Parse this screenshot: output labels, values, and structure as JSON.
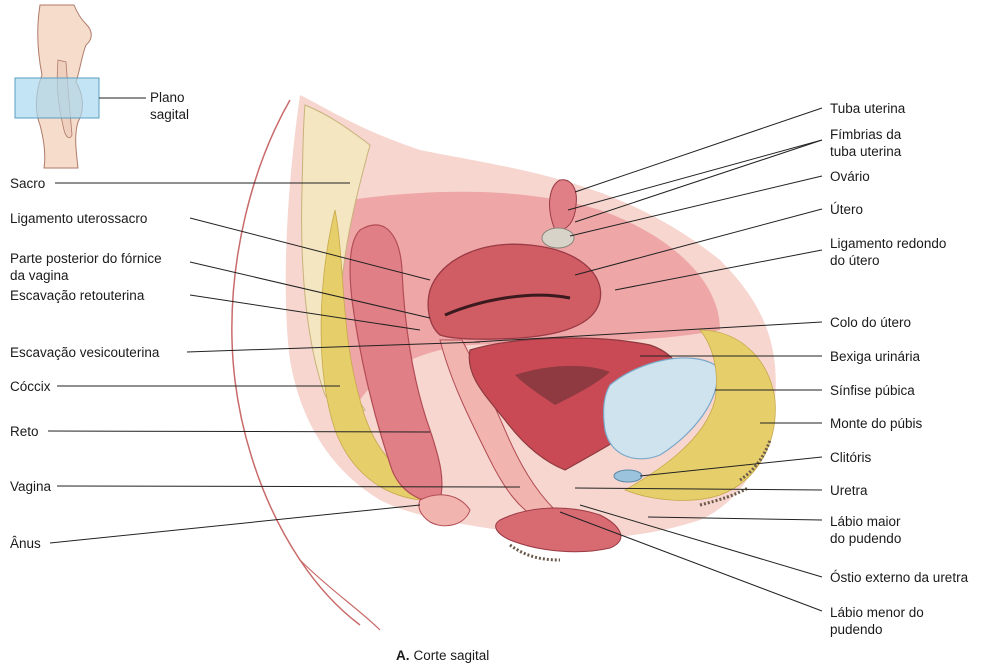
{
  "colors": {
    "tissue": "#e8828a",
    "tissue_light": "#f2b4ae",
    "tissue_pale": "#f7d8d0",
    "muscle": "#d05c64",
    "fat": "#e6cf6a",
    "bone": "#f3e6c0",
    "bladder_wall": "#c94a55",
    "bladder_lumen": "#8e3a40",
    "blue": "#9cc3dd",
    "hair": "#6b5a4a",
    "line": "#222222",
    "body_outline": "#c96a6a",
    "inset_plane": "#a9d8ef"
  },
  "inset": {
    "plane_label_line1": "Plano",
    "plane_label_line2": "sagital"
  },
  "labels_left": [
    {
      "id": "sacro",
      "lines": [
        "Sacro"
      ]
    },
    {
      "id": "ligamento-uterossacro",
      "lines": [
        "Ligamento uterossacro"
      ]
    },
    {
      "id": "forn-posterior",
      "lines": [
        "Parte posterior do fórnice",
        "da vagina"
      ]
    },
    {
      "id": "escavacao-retouterina",
      "lines": [
        "Escavação retouterina"
      ]
    },
    {
      "id": "escavacao-vesicouterina",
      "lines": [
        "Escavação vesicouterina"
      ]
    },
    {
      "id": "coccix",
      "lines": [
        "Cóccix"
      ]
    },
    {
      "id": "reto",
      "lines": [
        "Reto"
      ]
    },
    {
      "id": "vagina",
      "lines": [
        "Vagina"
      ]
    },
    {
      "id": "anus",
      "lines": [
        "Ânus"
      ]
    }
  ],
  "labels_right": [
    {
      "id": "tuba-uterina",
      "lines": [
        "Tuba uterina"
      ]
    },
    {
      "id": "fimbrias",
      "lines": [
        "Fímbrias da",
        "tuba uterina"
      ]
    },
    {
      "id": "ovario",
      "lines": [
        "Ovário"
      ]
    },
    {
      "id": "utero",
      "lines": [
        "Útero"
      ]
    },
    {
      "id": "ligamento-redondo",
      "lines": [
        "Ligamento redondo",
        "do útero"
      ]
    },
    {
      "id": "colo-utero",
      "lines": [
        "Colo do útero"
      ]
    },
    {
      "id": "bexiga",
      "lines": [
        "Bexiga urinária"
      ]
    },
    {
      "id": "sinfise",
      "lines": [
        "Sínfise púbica"
      ]
    },
    {
      "id": "monte-pubis",
      "lines": [
        "Monte do púbis"
      ]
    },
    {
      "id": "clitoris",
      "lines": [
        "Clitóris"
      ]
    },
    {
      "id": "uretra",
      "lines": [
        "Uretra"
      ]
    },
    {
      "id": "labio-maior",
      "lines": [
        "Lábio maior",
        "do pudendo"
      ]
    },
    {
      "id": "ostio-uretra",
      "lines": [
        "Óstio externo da uretra"
      ]
    },
    {
      "id": "labio-menor",
      "lines": [
        "Lábio menor do",
        "pudendo"
      ]
    }
  ],
  "caption": {
    "letter": "A.",
    "text": "Corte sagital"
  }
}
